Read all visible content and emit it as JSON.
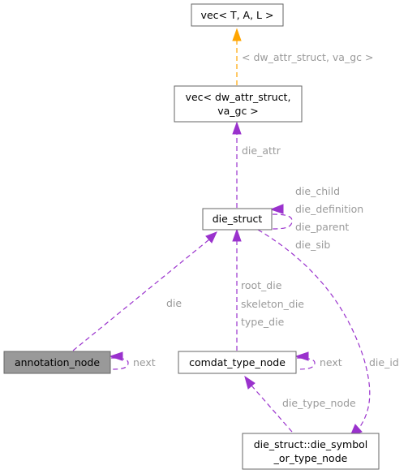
{
  "nodes": {
    "vec_tal": "vec< T, A, L >",
    "vec_dw_line1": "vec< dw_attr_struct,",
    "vec_dw_line2": "va_gc >",
    "die_struct": "die_struct",
    "annotation_node": "annotation_node",
    "comdat_type_node": "comdat_type_node",
    "die_symbol_line1": "die_struct::die_symbol",
    "die_symbol_line2": "_or_type_node"
  },
  "edges": {
    "template_args": "< dw_attr_struct, va_gc >",
    "die_attr": "die_attr",
    "die_child": "die_child",
    "die_definition": "die_definition",
    "die_parent": "die_parent",
    "die_sib": "die_sib",
    "die": "die",
    "next_annotation": "next",
    "root_die": "root_die",
    "skeleton_die": "skeleton_die",
    "type_die": "type_die",
    "next_comdat": "next",
    "die_id": "die_id",
    "die_type_node": "die_type_node"
  },
  "colors": {
    "member_edge": "#9a32cd",
    "template_edge": "#ffa500",
    "focus_node_fill": "#999999",
    "label_gray": "#9a9a9a"
  }
}
